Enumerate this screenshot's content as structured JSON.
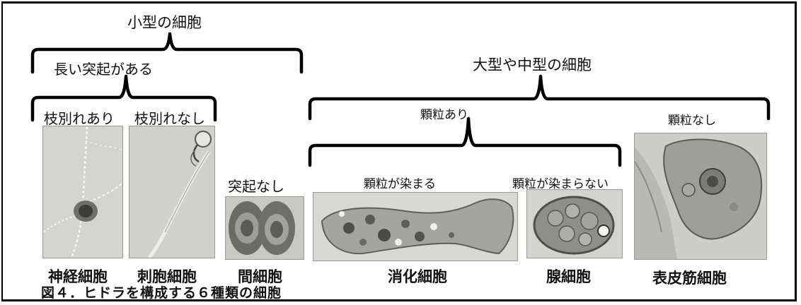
{
  "groups": {
    "small_cells": "小型の細胞",
    "long_processes": "長い突起がある",
    "large_medium_cells": "大型や中型の細胞",
    "with_granules": "顆粒あり",
    "without_granules": "顆粒なし"
  },
  "subgroups": {
    "branched": "枝別れあり",
    "unbranched": "枝別れなし",
    "no_process": "突起なし",
    "granules_stain": "顆粒が染まる",
    "granules_not_stain": "顆粒が染まらない"
  },
  "cells": {
    "nerve": "神経細胞",
    "cnidocyte": "刺胞細胞",
    "interstitial": "間細胞",
    "digestive": "消化細胞",
    "gland": "腺細胞",
    "epitheliomuscular": "表皮筋細胞"
  },
  "caption": "図４．ヒドラを構成する６種類の細胞"
}
